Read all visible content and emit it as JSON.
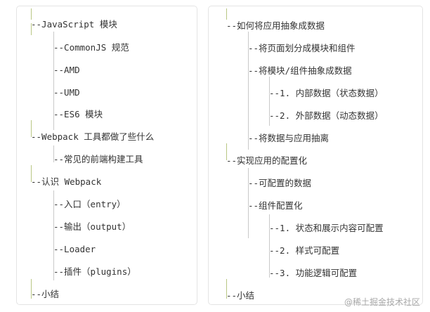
{
  "left_tree": [
    "--JavaScript 模块",
    "--CommonJS 规范",
    "--AMD",
    "--UMD",
    "--ES6 模块",
    "--Webpack 工具都做了些什么",
    "--常见的前端构建工具",
    "--认识 Webpack",
    "--入口（entry）",
    "--输出（output）",
    "--Loader",
    "--插件（plugins）",
    "--小结"
  ],
  "right_tree": [
    "--如何将应用抽象成数据",
    "--将页面划分成模块和组件",
    "--将模块/组件抽象成数据",
    "--1. 内部数据（状态数据）",
    "--2. 外部数据（动态数据）",
    "--将数据与应用抽离",
    "--实现应用的配置化",
    "--可配置的数据",
    "--组件配置化",
    "--1. 状态和展示内容可配置",
    "--2. 样式可配置",
    "--3. 功能逻辑可配置",
    "--小结"
  ],
  "watermark": "@稀土掘金技术社区"
}
